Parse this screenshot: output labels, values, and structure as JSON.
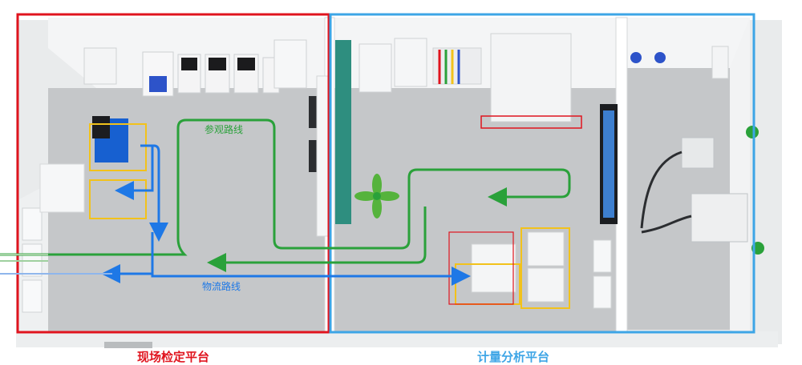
{
  "zones": {
    "left_label": "现场检定平台",
    "right_label": "计量分析平台"
  },
  "routes": {
    "visit_label": "参观路线",
    "logistics_label": "物流路线"
  },
  "colors": {
    "left_zone": "#e0141e",
    "right_zone": "#3da5e6",
    "visit_route": "#2aa13a",
    "logistics_route": "#1e78e6",
    "yellow_marking": "#f2c21b",
    "floor": "#c9cbcd",
    "teal_panel": "#2e8e7f"
  }
}
